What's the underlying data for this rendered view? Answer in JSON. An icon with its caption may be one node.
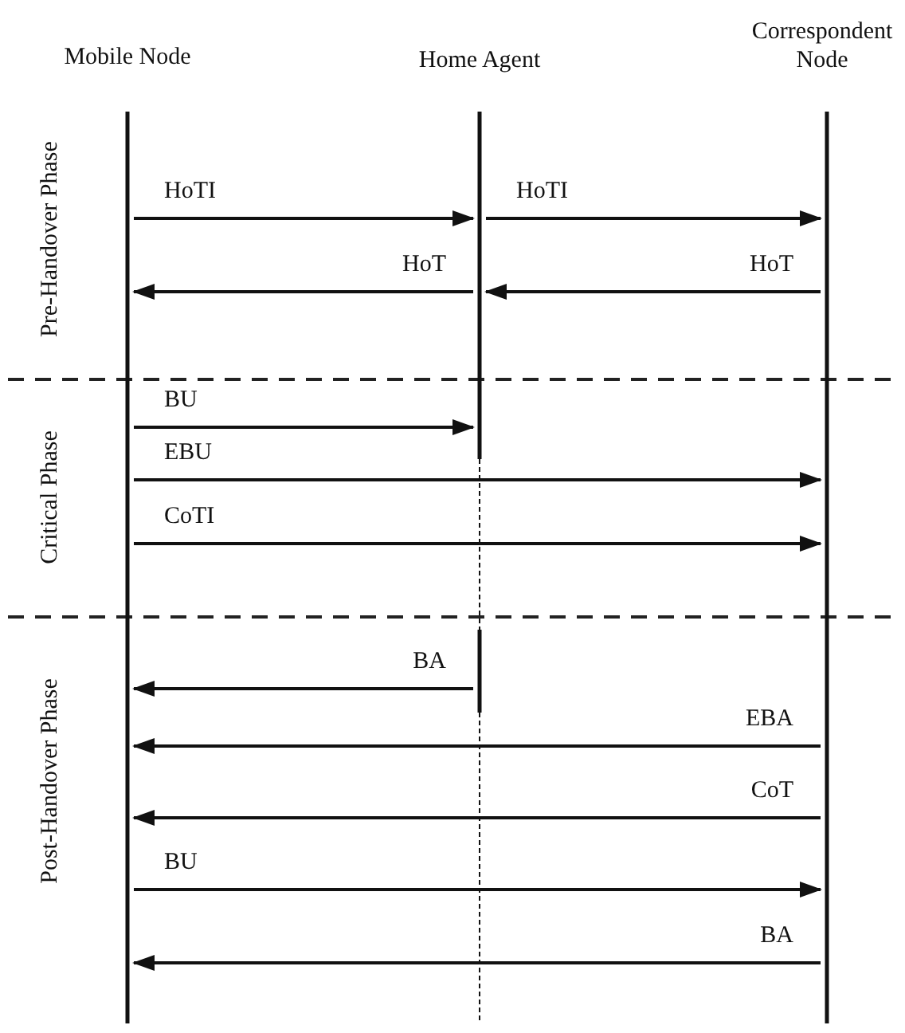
{
  "diagram": {
    "nodes": [
      {
        "text": [
          "Mobile Node"
        ]
      },
      {
        "text": [
          "Home Agent"
        ]
      },
      {
        "text": [
          "Correspondent Node"
        ]
      }
    ],
    "edges": [
      {
        "from": 0,
        "to": 1,
        "arrow": "to",
        "label": "HoTI"
      },
      {
        "from": 1,
        "to": 2,
        "arrow": "to",
        "label": "HoTI"
      },
      {
        "from": 1,
        "to": 0,
        "arrow": "to",
        "label": "HoT"
      },
      {
        "from": 2,
        "to": 1,
        "arrow": "to",
        "label": "HoT"
      },
      {
        "from": 0,
        "to": 1,
        "arrow": "to",
        "label": "BU"
      },
      {
        "from": 0,
        "to": 2,
        "arrow": "to",
        "label": "EBU"
      },
      {
        "from": 0,
        "to": 2,
        "arrow": "to",
        "label": "CoTI"
      },
      {
        "from": 1,
        "to": 0,
        "arrow": "to",
        "label": "BA"
      },
      {
        "from": 2,
        "to": 0,
        "arrow": "to",
        "label": "EBA"
      },
      {
        "from": 2,
        "to": 0,
        "arrow": "to",
        "label": "CoT"
      },
      {
        "from": 0,
        "to": 2,
        "arrow": "to",
        "label": "BU"
      },
      {
        "from": 2,
        "to": 0,
        "arrow": "to",
        "label": "BA"
      }
    ],
    "labels": [
      "Pre-Handover Phase",
      "Critical Phase",
      "Post-Handover Phase"
    ]
  }
}
